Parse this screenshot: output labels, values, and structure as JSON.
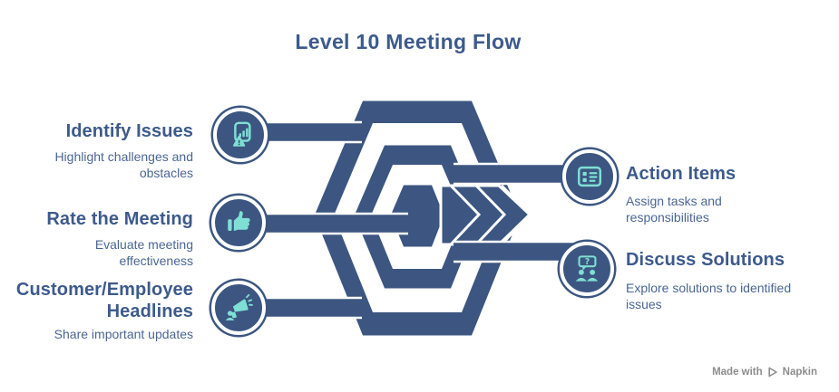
{
  "title": "Level 10 Meeting Flow",
  "colors": {
    "shape_navy": "#3C5681",
    "heading_blue": "#3D5A8C",
    "subtitle_blue": "#4A6694",
    "icon_teal": "#7FDFD4",
    "attribution_gray": "#8D8D8D"
  },
  "left_items": [
    {
      "heading": "Identify Issues",
      "description": "Highlight challenges and obstacles",
      "icon": "document-alert-icon"
    },
    {
      "heading": "Rate the Meeting",
      "description": "Evaluate meeting effectiveness",
      "icon": "thumbs-up-icon"
    },
    {
      "heading": "Customer/Employee Headlines",
      "description": "Share important updates",
      "icon": "megaphone-icon"
    }
  ],
  "right_items": [
    {
      "heading": "Action Items",
      "description": "Assign tasks and responsibilities",
      "icon": "checklist-icon"
    },
    {
      "heading": "Discuss Solutions",
      "description": "Explore solutions to identified issues",
      "icon": "discussion-icon"
    }
  ],
  "footer": {
    "made_with": "Made with",
    "brand": "Napkin"
  }
}
